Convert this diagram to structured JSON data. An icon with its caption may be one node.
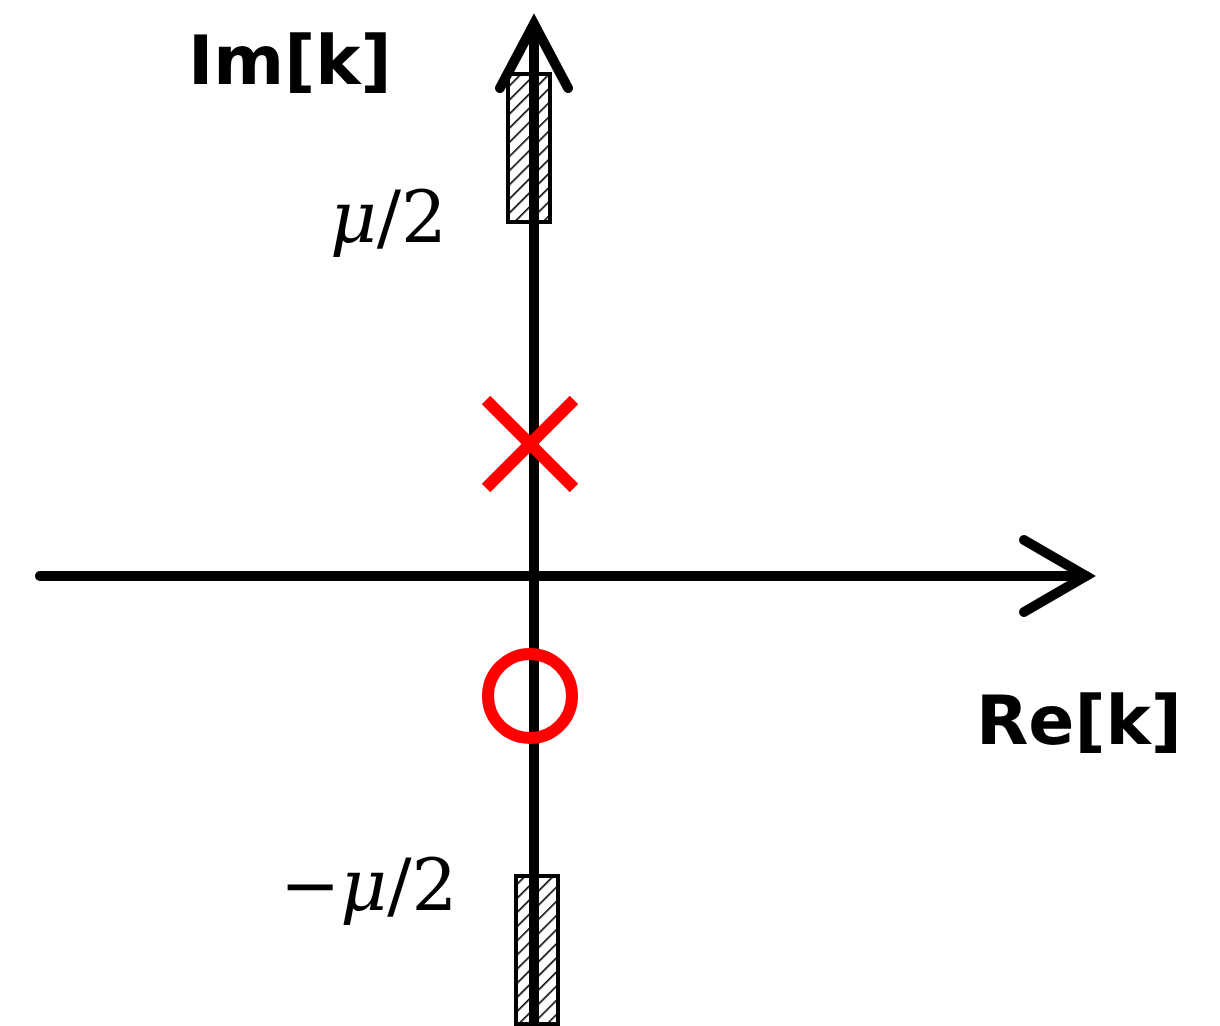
{
  "diagram": {
    "labels": [
      "Im[k]",
      "*μ*/2",
      "Re[k]",
      "−*μ*/2"
    ]
  }
}
